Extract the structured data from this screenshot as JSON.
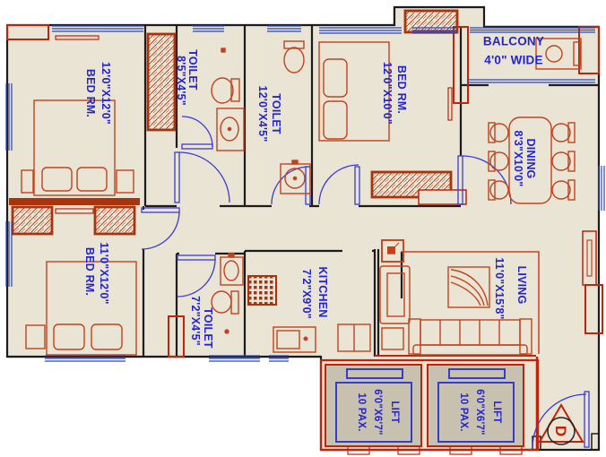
{
  "rooms": {
    "bedroom1": {
      "name": "BED RM.",
      "dim": "12'0\"X12'0\""
    },
    "toilet1": {
      "name": "TOILET",
      "dim": "8'5\"X4'5\""
    },
    "toilet2": {
      "name": "TOILET",
      "dim": "12'0\"X4'5\""
    },
    "bedroom2": {
      "name": "BED RM.",
      "dim": "12'0\"X10'0\""
    },
    "balcony": {
      "name": "BALCONY",
      "dim": "4'0\" WIDE"
    },
    "dining": {
      "name": "DINING",
      "dim": "8'3\"X10'0\""
    },
    "bedroom3": {
      "name": "BED RM.",
      "dim": "11'0\"X12'0\""
    },
    "toilet3": {
      "name": "TOILET",
      "dim": "7'2\"X4'5\""
    },
    "kitchen": {
      "name": "KITCHEN",
      "dim": "7'2\"X9'0\""
    },
    "living": {
      "name": "LIVING",
      "dim": "11'0\"X15'8\""
    },
    "lift1": {
      "name": "LIFT",
      "dim": "6'0\"X6'7\"",
      "capacity": "10 PAX."
    },
    "lift2": {
      "name": "LIFT",
      "dim": "6'0\"X6'7\"",
      "capacity": "10 PAX."
    }
  },
  "entrance": {
    "marker": "D"
  },
  "colors": {
    "plan_fill": "#e9e4d3",
    "wall_black": "#1c1c1c",
    "structure_red": "#c1220a",
    "wardrobe_red": "#a8330d",
    "furniture_red": "#c2421f",
    "window_blue": "#2743c7",
    "text_blue": "#2424cc",
    "lift_gray": "#c9c1b0"
  }
}
